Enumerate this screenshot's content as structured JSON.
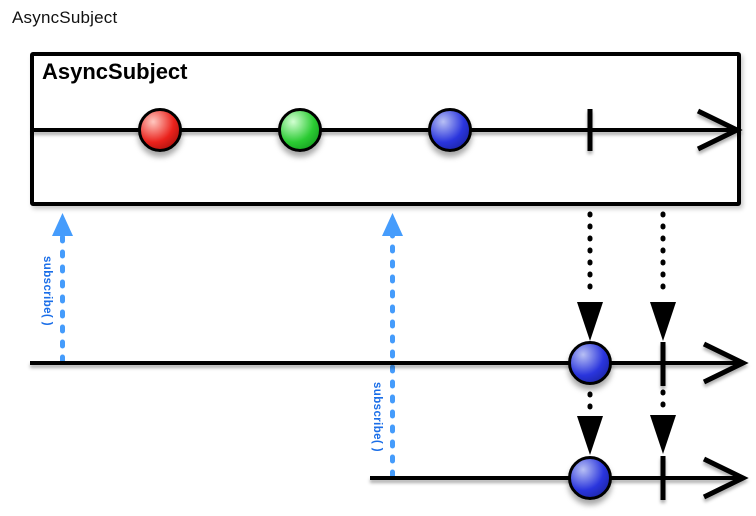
{
  "page": {
    "title": "AsyncSubject"
  },
  "subject_box": {
    "label": "AsyncSubject"
  },
  "subscribers": [
    {
      "subscribe_label": "subscribe( )"
    },
    {
      "subscribe_label": "subscribe( )"
    }
  ],
  "diagram": {
    "type": "rx-marble-diagram",
    "source_timeline_events": [
      "red-marble",
      "green-marble",
      "blue-marble",
      "complete-tick"
    ],
    "subscriber1_timeline_events": [
      "blue-marble",
      "complete-tick"
    ],
    "subscriber2_timeline_events": [
      "blue-marble",
      "complete-tick"
    ],
    "notes": "dashed blue arrows point up (subscribe calls); dotted black arrows point down (emission of last value and completion to each subscriber)"
  },
  "marbles": {
    "red": {
      "light": "#ffc8c0",
      "mid": "#ea221c",
      "dark": "#8e0a06"
    },
    "green": {
      "light": "#d2ffd2",
      "mid": "#2bcb33",
      "dark": "#0b8c16"
    },
    "blue": {
      "light": "#b8c0f4",
      "mid": "#2a35dd",
      "dark": "#141c8c"
    }
  },
  "colors": {
    "subscribe-arrow": "#459cfc",
    "subscribe-label": "#1a6ee8",
    "ink": "#000000"
  }
}
